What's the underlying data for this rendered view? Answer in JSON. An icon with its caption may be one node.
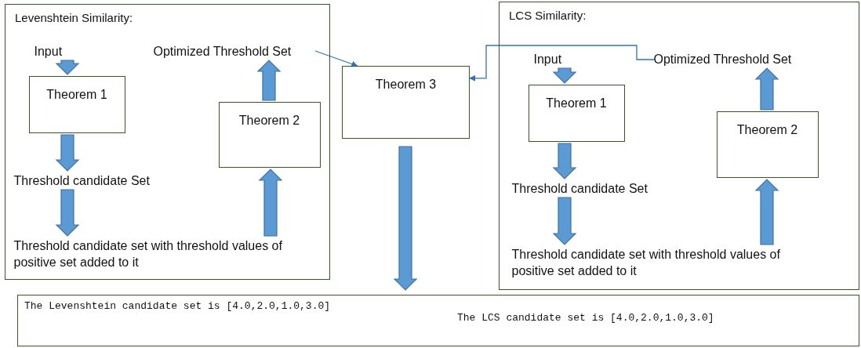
{
  "diagram": {
    "nodes": [
      {
        "text": [
          "Levenshtein Similarity:"
        ]
      },
      {
        "text": [
          "Input"
        ],
        "in": 0
      },
      {
        "text": [
          "Theorem 1"
        ],
        "in": 0
      },
      {
        "text": [
          "Threshold candidate Set"
        ],
        "in": 0
      },
      {
        "text": [
          "Threshold candidate set with threshold values of positive set added to it"
        ],
        "in": 0
      },
      {
        "text": [
          "Optimized Threshold Set"
        ],
        "in": 0
      },
      {
        "text": [
          "Theorem 2"
        ],
        "in": 0
      },
      {
        "text": [
          "Theorem 3"
        ]
      },
      {
        "text": [
          "LCS Similarity:"
        ]
      },
      {
        "text": [
          "Input"
        ],
        "in": 8
      },
      {
        "text": [
          "Theorem 1"
        ],
        "in": 8
      },
      {
        "text": [
          "Threshold candidate Set"
        ],
        "in": 8
      },
      {
        "text": [
          "Threshold candidate set with threshold values of positive set added to it"
        ],
        "in": 8
      },
      {
        "text": [
          "Theorem 2"
        ],
        "in": 8
      },
      {
        "text": [
          "Optimized Threshold Set"
        ],
        "in": 8
      },
      {
        "text": [
          "The Levenshtein candidate set is [4.0,2.0,1.0,3.0]",
          "The LCS candidate set is [4.0,2.0,1.0,3.0]"
        ]
      }
    ],
    "edges": [
      {
        "from": 1,
        "to": 2,
        "arrow": "to",
        "style": "thick"
      },
      {
        "from": 2,
        "to": 3,
        "arrow": "to",
        "style": "thick"
      },
      {
        "from": 3,
        "to": 4,
        "arrow": "to",
        "style": "thick"
      },
      {
        "from": 4,
        "to": 6,
        "arrow": "to",
        "style": "thick"
      },
      {
        "from": 6,
        "to": 5,
        "arrow": "to",
        "style": "thick"
      },
      {
        "from": 5,
        "to": 7,
        "arrow": "to",
        "color": "#2e75b6"
      },
      {
        "from": 14,
        "to": 7,
        "arrow": "to",
        "color": "#2e75b6"
      },
      {
        "from": 9,
        "to": 10,
        "arrow": "to",
        "style": "thick"
      },
      {
        "from": 10,
        "to": 11,
        "arrow": "to",
        "style": "thick"
      },
      {
        "from": 11,
        "to": 12,
        "arrow": "to",
        "style": "thick"
      },
      {
        "from": 12,
        "to": 13,
        "arrow": "to",
        "style": "thick"
      },
      {
        "from": 13,
        "to": 14,
        "arrow": "to",
        "style": "thick"
      },
      {
        "from": 7,
        "to": 15,
        "arrow": "to",
        "style": "thick"
      }
    ]
  }
}
